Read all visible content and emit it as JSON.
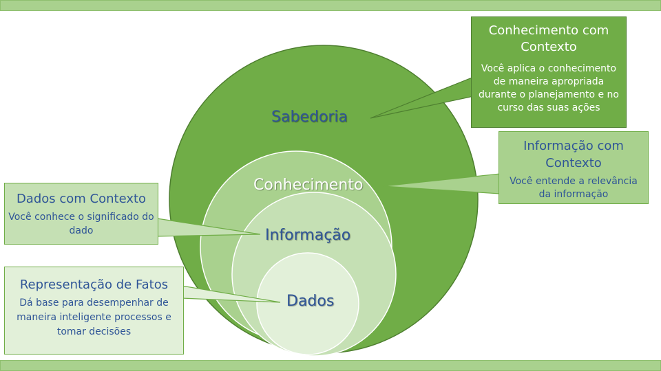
{
  "colors": {
    "outer_circle": "#70ad47",
    "conhecimento_circle": "#a9d18e",
    "informacao_circle": "#c5e0b4",
    "dados_circle": "#e2f0d9",
    "label_text": "#2f5597"
  },
  "circles": {
    "sabedoria": "Sabedoria",
    "conhecimento": "Conhecimento",
    "informacao": "Informação",
    "dados": "Dados"
  },
  "callouts": {
    "conhecimento_com_contexto": {
      "title": "Conhecimento com Contexto",
      "description": "Você aplica o conhecimento de maneira apropriada durante o planejamento e no curso das suas ações"
    },
    "informacao_com_contexto": {
      "title": "Informação com Contexto",
      "description": "Você entende a relevância da informação"
    },
    "dados_com_contexto": {
      "title": "Dados com Contexto",
      "description": "Você conhece o significado do dado"
    },
    "representacao_de_fatos": {
      "title": "Representação de Fatos",
      "description": "Dá base para desempenhar de maneira inteligente processos e tomar decisões"
    }
  }
}
